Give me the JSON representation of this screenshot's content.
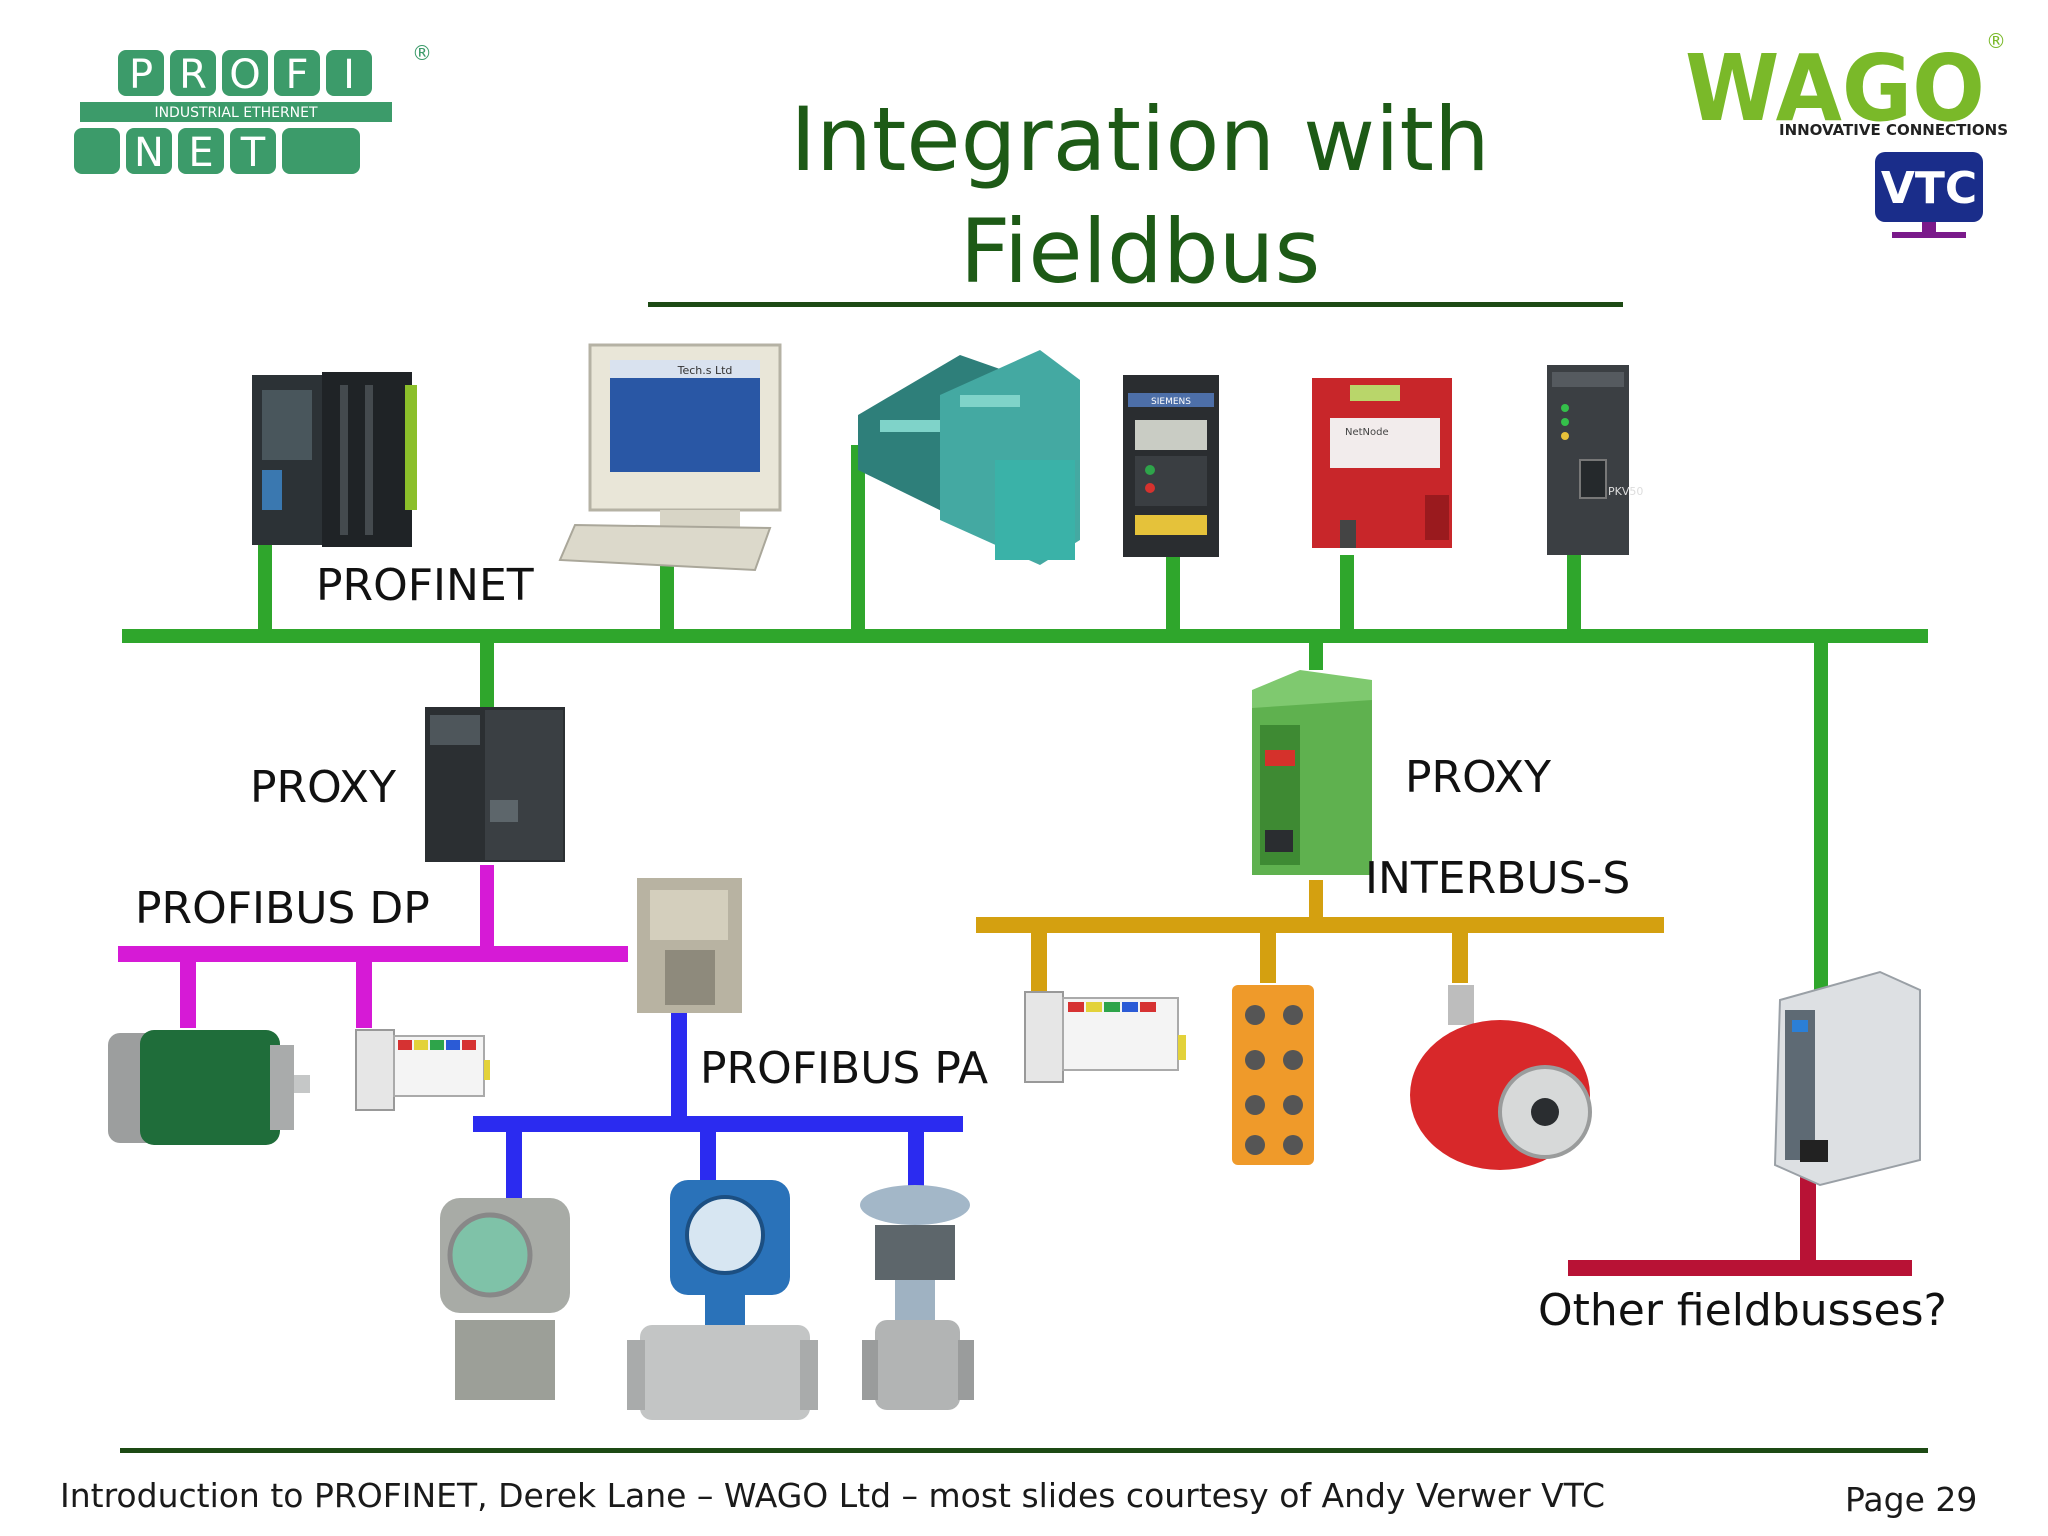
{
  "slide": {
    "title_line1": "Integration with",
    "title_line2": "Fieldbus",
    "page": "Page 29",
    "footer_text": "Introduction to PROFINET, Derek Lane – WAGO Ltd – most slides courtesy of Andy Verwer VTC"
  },
  "logos": {
    "profinet": {
      "letters_top": [
        "P",
        "R",
        "O",
        "F",
        "I"
      ],
      "subtitle": "INDUSTRIAL ETHERNET",
      "letters_bottom": [
        "N",
        "E",
        "T"
      ],
      "registered": "®"
    },
    "wago": {
      "text": "WAGO",
      "tagline": "INNOVATIVE CONNECTIONS",
      "registered": "®"
    },
    "vtc": {
      "text": "VTC"
    }
  },
  "labels": {
    "profinet": "PROFINET",
    "proxy_left": "PROXY",
    "profibus_dp": "PROFIBUS DP",
    "profibus_pa": "PROFIBUS PA",
    "proxy_right": "PROXY",
    "interbus": "INTERBUS-S",
    "other": "Other fieldbusses?"
  },
  "device_texts": {
    "monitor_screen": "Tech.s  Ltd",
    "drive_brand": "SIEMENS",
    "gateway_brand": "NetNode",
    "gateway_model": "PKV50"
  },
  "colors": {
    "profinet_bus": "#2fa62c",
    "profibus_dp_bus": "#d61ad6",
    "profibus_pa_bus": "#2b2bf0",
    "interbus_bus": "#d4a010",
    "other_bus": "#b81235",
    "title": "#1d5a16",
    "profinet_logo": "#3c9b6a",
    "wago_logo": "#7ab929",
    "vtc_logo": "#1a2d8a"
  }
}
